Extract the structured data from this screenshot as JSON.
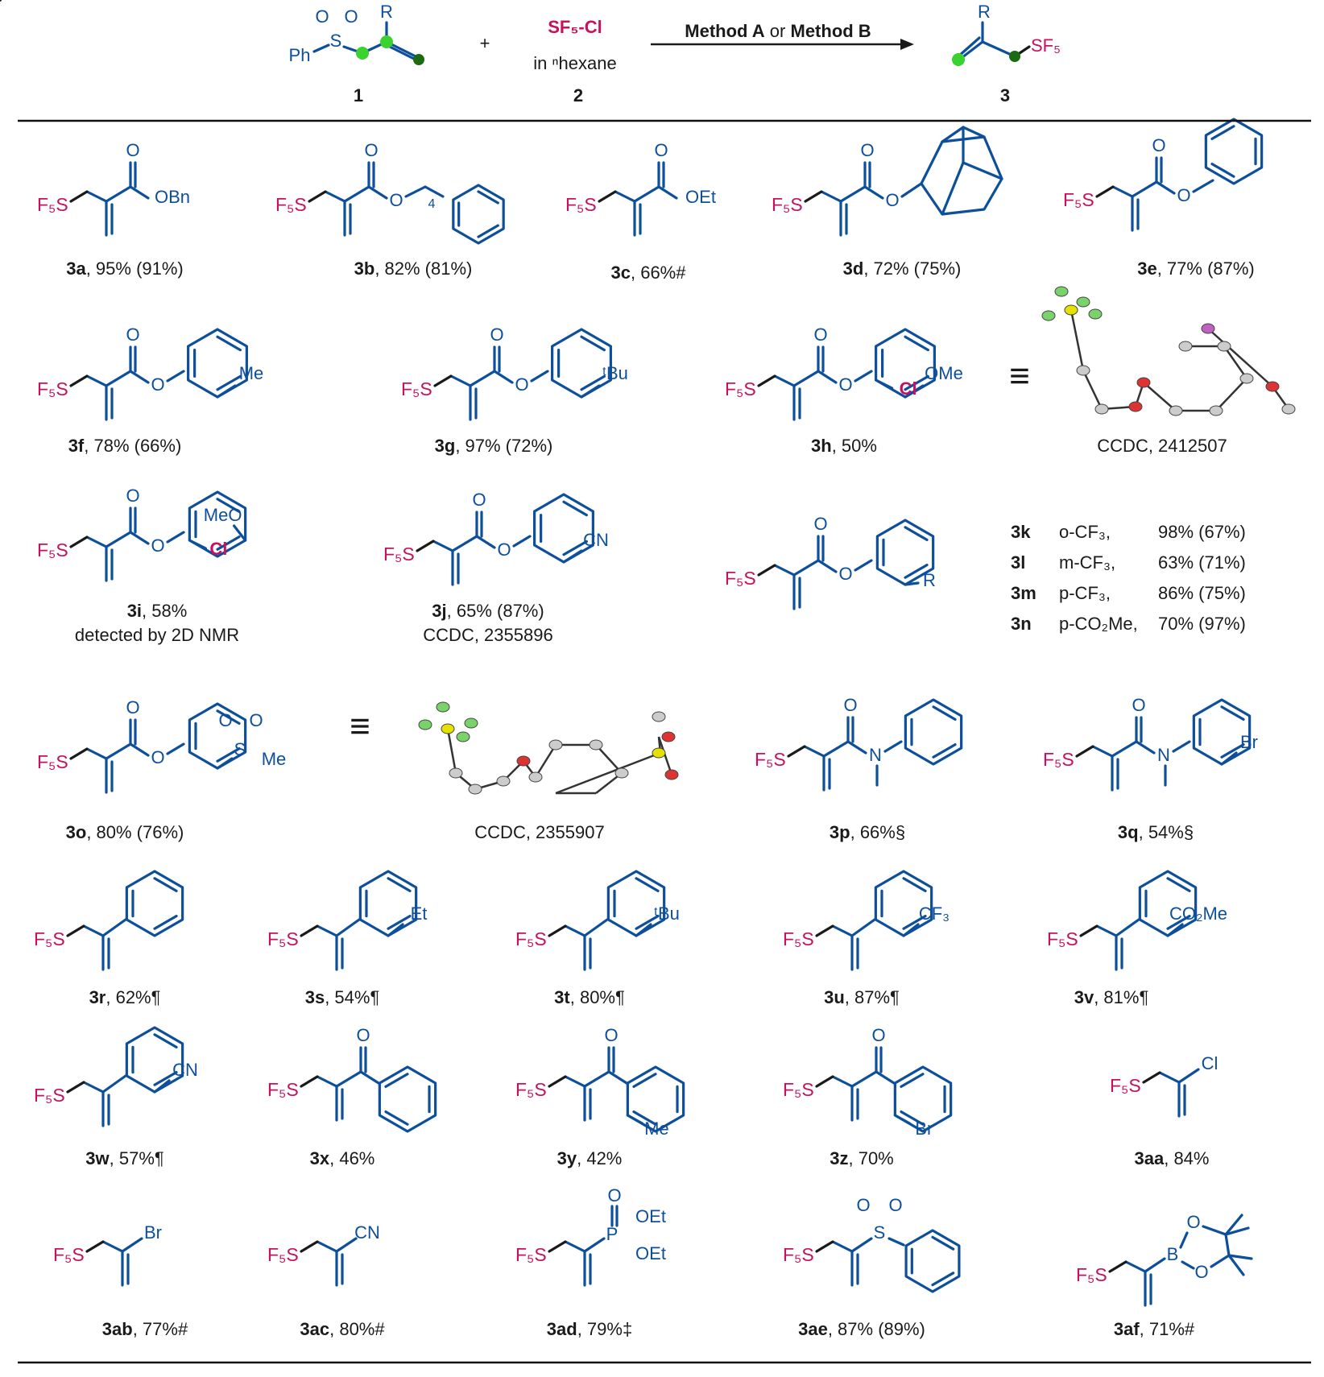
{
  "colors": {
    "bond": "#0d4f9a",
    "sf5": "#c8105f",
    "atom_green": "#39d22f",
    "atom_dark": "#1b6b12",
    "rule": "#111111"
  },
  "header": {
    "reactant1_label": "1",
    "reagent2_formula": "SF₅-Cl",
    "reagent2_solvent": "in ⁿhexane",
    "reagent2_label": "2",
    "plus": "+",
    "arrow_text_a": "Method A",
    "arrow_text_or": "or",
    "arrow_text_b": "Method B",
    "product_label": "3",
    "r1_ph": "Ph",
    "r1_s": "S",
    "r1_o": "O",
    "r1_r": "R",
    "p_sf5": "SF₅"
  },
  "compounds": [
    {
      "id": "3a",
      "tail": ", 95% (91%)",
      "group": "OBn"
    },
    {
      "id": "3b",
      "tail": ", 82% (81%)",
      "chain_n": "4"
    },
    {
      "id": "3c",
      "tail": ", 66%#",
      "group": "OEt"
    },
    {
      "id": "3d",
      "tail": ", 72% (75%)"
    },
    {
      "id": "3e",
      "tail": ", 77% (87%)"
    },
    {
      "id": "3f",
      "tail": ", 78% (66%)",
      "sub": "Me"
    },
    {
      "id": "3g",
      "tail": ", 97% (72%)",
      "sub": "ᵗBu"
    },
    {
      "id": "3h",
      "tail": ", 50%",
      "sub": "OMe",
      "sub2": "Cl"
    },
    {
      "id": "3i",
      "tail": ", 58%",
      "note": "detected by 2D NMR",
      "sub": "MeO",
      "sub2": "Cl"
    },
    {
      "id": "3j",
      "tail": ", 65% (87%)",
      "note": "CCDC, 2355896",
      "sub": "CN"
    },
    {
      "id": "3o",
      "tail": ", 80% (76%)",
      "sub": "Me"
    },
    {
      "id": "3p",
      "tail": ", 66%§"
    },
    {
      "id": "3q",
      "tail": ", 54%§",
      "sub": "Br"
    },
    {
      "id": "3r",
      "tail": ", 62%¶"
    },
    {
      "id": "3s",
      "tail": ", 54%¶",
      "sub": "Et"
    },
    {
      "id": "3t",
      "tail": ", 80%¶",
      "sub": "ᵗBu"
    },
    {
      "id": "3u",
      "tail": ", 87%¶",
      "sub": "CF₃"
    },
    {
      "id": "3v",
      "tail": ", 81%¶",
      "sub": "CO₂Me"
    },
    {
      "id": "3w",
      "tail": ", 57%¶",
      "sub": "CN"
    },
    {
      "id": "3x",
      "tail": ", 46%"
    },
    {
      "id": "3y",
      "tail": ", 42%",
      "sub": "Me"
    },
    {
      "id": "3z",
      "tail": ", 70%",
      "sub": "Br"
    },
    {
      "id": "3aa",
      "tail": ", 84%",
      "sub": "Cl"
    },
    {
      "id": "3ab",
      "tail": ", 77%#",
      "sub": "Br"
    },
    {
      "id": "3ac",
      "tail": ", 80%#",
      "sub": "CN"
    },
    {
      "id": "3ad",
      "tail": ", 79%‡",
      "sub": "OEt"
    },
    {
      "id": "3ae",
      "tail": ", 87% (89%)"
    },
    {
      "id": "3af",
      "tail": ", 71%#"
    }
  ],
  "crystal_labels": [
    "CCDC, 2412507",
    "CCDC, 2355907"
  ],
  "equiv": "≡",
  "sf5_formula": "F₅S",
  "sf5_formula_b": "SF₅",
  "atoms": {
    "O": "O",
    "N": "N",
    "S": "S",
    "P": "P",
    "B": "B",
    "R": "R"
  },
  "series_k_n": [
    {
      "id": "3k",
      "sub": "o-CF₃,",
      "yield": "98% (67%)"
    },
    {
      "id": "3l",
      "sub": "m-CF₃,",
      "yield": "63% (71%)"
    },
    {
      "id": "3m",
      "sub": "p-CF₃,",
      "yield": "86% (75%)"
    },
    {
      "id": "3n",
      "sub": "p-CO₂Me,",
      "yield": "70% (97%)"
    }
  ]
}
